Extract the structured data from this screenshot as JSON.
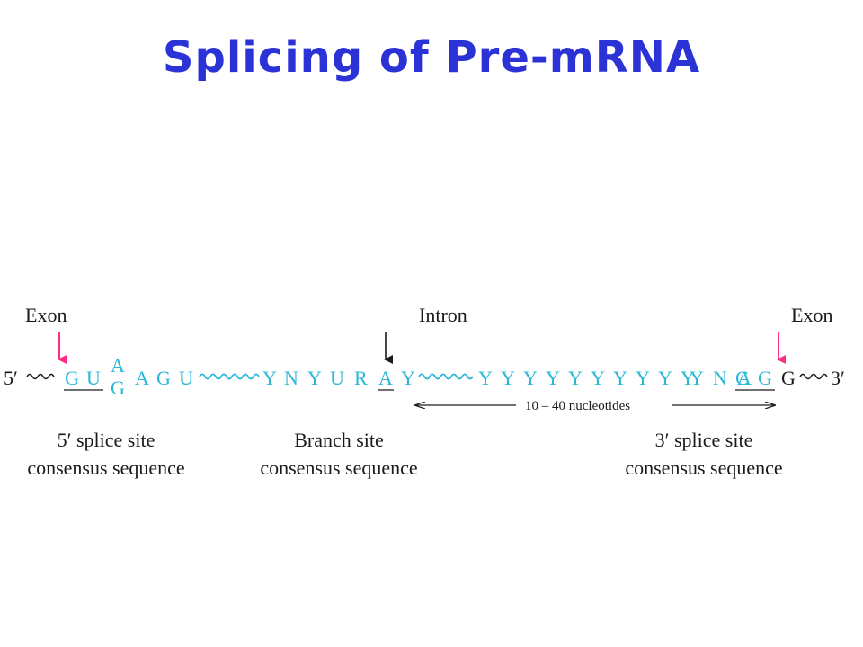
{
  "title": "Splicing of Pre-mRNA",
  "labels": {
    "exon_left": "Exon",
    "intron": "Intron",
    "exon_right": "Exon",
    "five_prime_end": "5′",
    "three_prime_end": "3′",
    "five_splice_line1": "5′ splice site",
    "five_splice_line2": "consensus sequence",
    "branch_line1": "Branch site",
    "branch_line2": "consensus sequence",
    "three_splice_line1": "3′ splice site",
    "three_splice_line2": "consensus sequence",
    "span_label": "10 – 40 nucleotides"
  },
  "sequence": {
    "five_site": [
      "G",
      "U"
    ],
    "stacked_top": "A",
    "stacked_bottom": "G",
    "after_stack": [
      "A",
      "G",
      "U"
    ],
    "branch_motif": [
      "Y",
      "N",
      "Y",
      "U",
      "R"
    ],
    "branch_A": "A",
    "after_branch": "Y",
    "polypyrimidine": [
      "Y",
      "Y",
      "Y",
      "Y",
      "Y",
      "Y",
      "Y",
      "Y",
      "Y",
      "Y",
      "Y",
      "N",
      "C"
    ],
    "three_site": [
      "A",
      "G"
    ],
    "exon_base": "G"
  },
  "colors": {
    "title": "#2b33d6",
    "sequence": "#2bb8d8",
    "splice_arrow": "#ff2d87",
    "text": "#1a1a1a"
  }
}
